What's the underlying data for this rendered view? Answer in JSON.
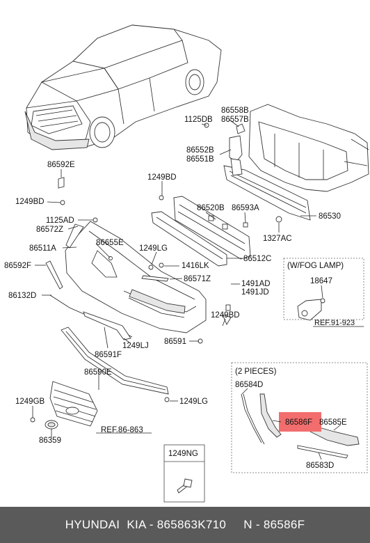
{
  "parts": {
    "p86558B": "86558B",
    "p86557B": "86557B",
    "p1125DB": "1125DB",
    "p86552B": "86552B",
    "p86551B": "86551B",
    "p86592E": "86592E",
    "p1249BD_a": "1249BD",
    "p1249BD_b": "1249BD",
    "p86520B": "86520B",
    "p86593A": "86593A",
    "p86530": "86530",
    "p1327AC": "1327AC",
    "p1125AD": "1125AD",
    "p86572Z": "86572Z",
    "p86511A": "86511A",
    "p86655E": "86655E",
    "p1249LG_a": "1249LG",
    "p86512C": "86512C",
    "p86592F": "86592F",
    "p1416LK": "1416LK",
    "p86571Z": "86571Z",
    "p1491AD": "1491AD",
    "p1491JD": "1491JD",
    "p86132D": "86132D",
    "p1249BD_c": "1249BD",
    "p86591": "86591",
    "p1249LJ": "1249LJ",
    "p86591F": "86591F",
    "p86590E": "86590E",
    "p1249GB": "1249GB",
    "p1249LG_b": "1249LG",
    "p86359": "86359",
    "p86584D": "86584D",
    "p86586F": "86586F",
    "p86585E": "86585E",
    "p86583D": "86583D",
    "p18647": "18647",
    "p1249NG": "1249NG"
  },
  "refs": {
    "ref_grille": "REF.86-863",
    "ref_fog": "REF.91-923"
  },
  "boxes": {
    "fog_title": "(W/FOG LAMP)",
    "pieces_title": "(2 PIECES)"
  },
  "highlight": {
    "part": "86586F",
    "color": "#f26d6d"
  },
  "footer": {
    "text": "HYUNDAI  KIA - 865863K710     N - 86586F",
    "background": "#5a5a5a"
  }
}
